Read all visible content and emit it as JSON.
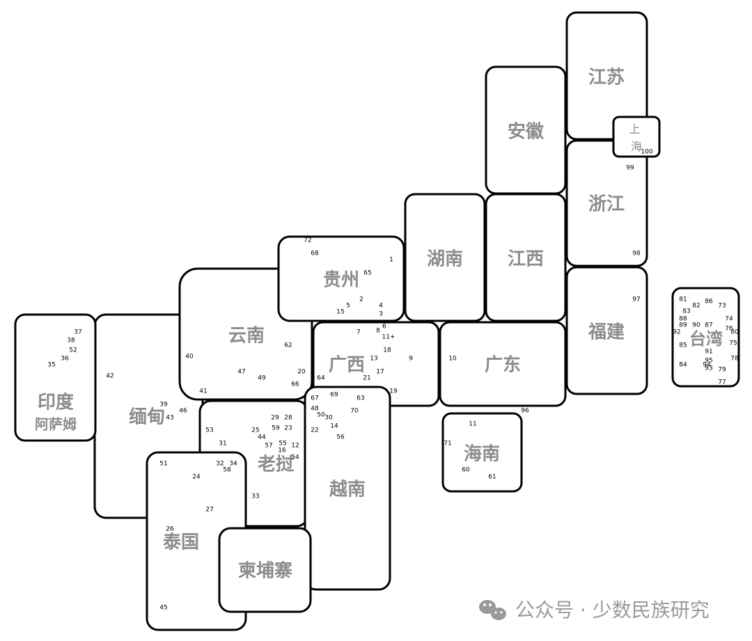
{
  "regions": [
    {
      "id": "jiangsu",
      "label": "江苏"
    },
    {
      "id": "shanghai",
      "label": "上海"
    },
    {
      "id": "anhui",
      "label": "安徽"
    },
    {
      "id": "zhejiang",
      "label": "浙江"
    },
    {
      "id": "hunan",
      "label": "湖南"
    },
    {
      "id": "jiangxi",
      "label": "江西"
    },
    {
      "id": "guizhou",
      "label": "贵州"
    },
    {
      "id": "fujian",
      "label": "福建"
    },
    {
      "id": "taiwan",
      "label": "台湾"
    },
    {
      "id": "yunnan",
      "label": "云南"
    },
    {
      "id": "guangxi",
      "label": "广西"
    },
    {
      "id": "guangdong",
      "label": "广东"
    },
    {
      "id": "india_assam",
      "label": "印度",
      "sublabel": "阿萨姆"
    },
    {
      "id": "myanmar",
      "label": "缅甸"
    },
    {
      "id": "laos",
      "label": "老挝"
    },
    {
      "id": "vietnam",
      "label": "越南"
    },
    {
      "id": "hainan",
      "label": "海南"
    },
    {
      "id": "thailand",
      "label": "泰国"
    },
    {
      "id": "cambodia",
      "label": "柬埔寨"
    }
  ],
  "points": [
    "1",
    "2",
    "3",
    "4",
    "5",
    "6",
    "7",
    "8",
    "9",
    "10",
    "11",
    "11+",
    "12",
    "13",
    "14",
    "15",
    "16",
    "17",
    "18",
    "19",
    "20",
    "21",
    "22",
    "23",
    "24",
    "25",
    "26",
    "27",
    "28",
    "29",
    "30",
    "31",
    "32",
    "33",
    "34",
    "35",
    "36",
    "37",
    "38",
    "39",
    "40",
    "41",
    "42",
    "43",
    "44",
    "45",
    "46",
    "47",
    "48",
    "49",
    "50",
    "51",
    "52",
    "53",
    "54",
    "55",
    "56",
    "57",
    "58",
    "59",
    "60",
    "61",
    "62",
    "63",
    "64",
    "65",
    "66",
    "67",
    "68",
    "69",
    "70",
    "71",
    "72",
    "73",
    "74",
    "75",
    "76",
    "77",
    "78",
    "79",
    "80",
    "81",
    "82",
    "83",
    "84",
    "85",
    "86",
    "87",
    "88",
    "89",
    "90",
    "91",
    "92",
    "93",
    "94",
    "95",
    "96",
    "97",
    "98",
    "99",
    "100"
  ],
  "watermark": {
    "icon": "wechat-icon",
    "text": "公众号 · 少数民族研究"
  },
  "colors": {
    "label": "#8c8c8c",
    "border": "#000000",
    "watermark": "#9a9a9a"
  }
}
